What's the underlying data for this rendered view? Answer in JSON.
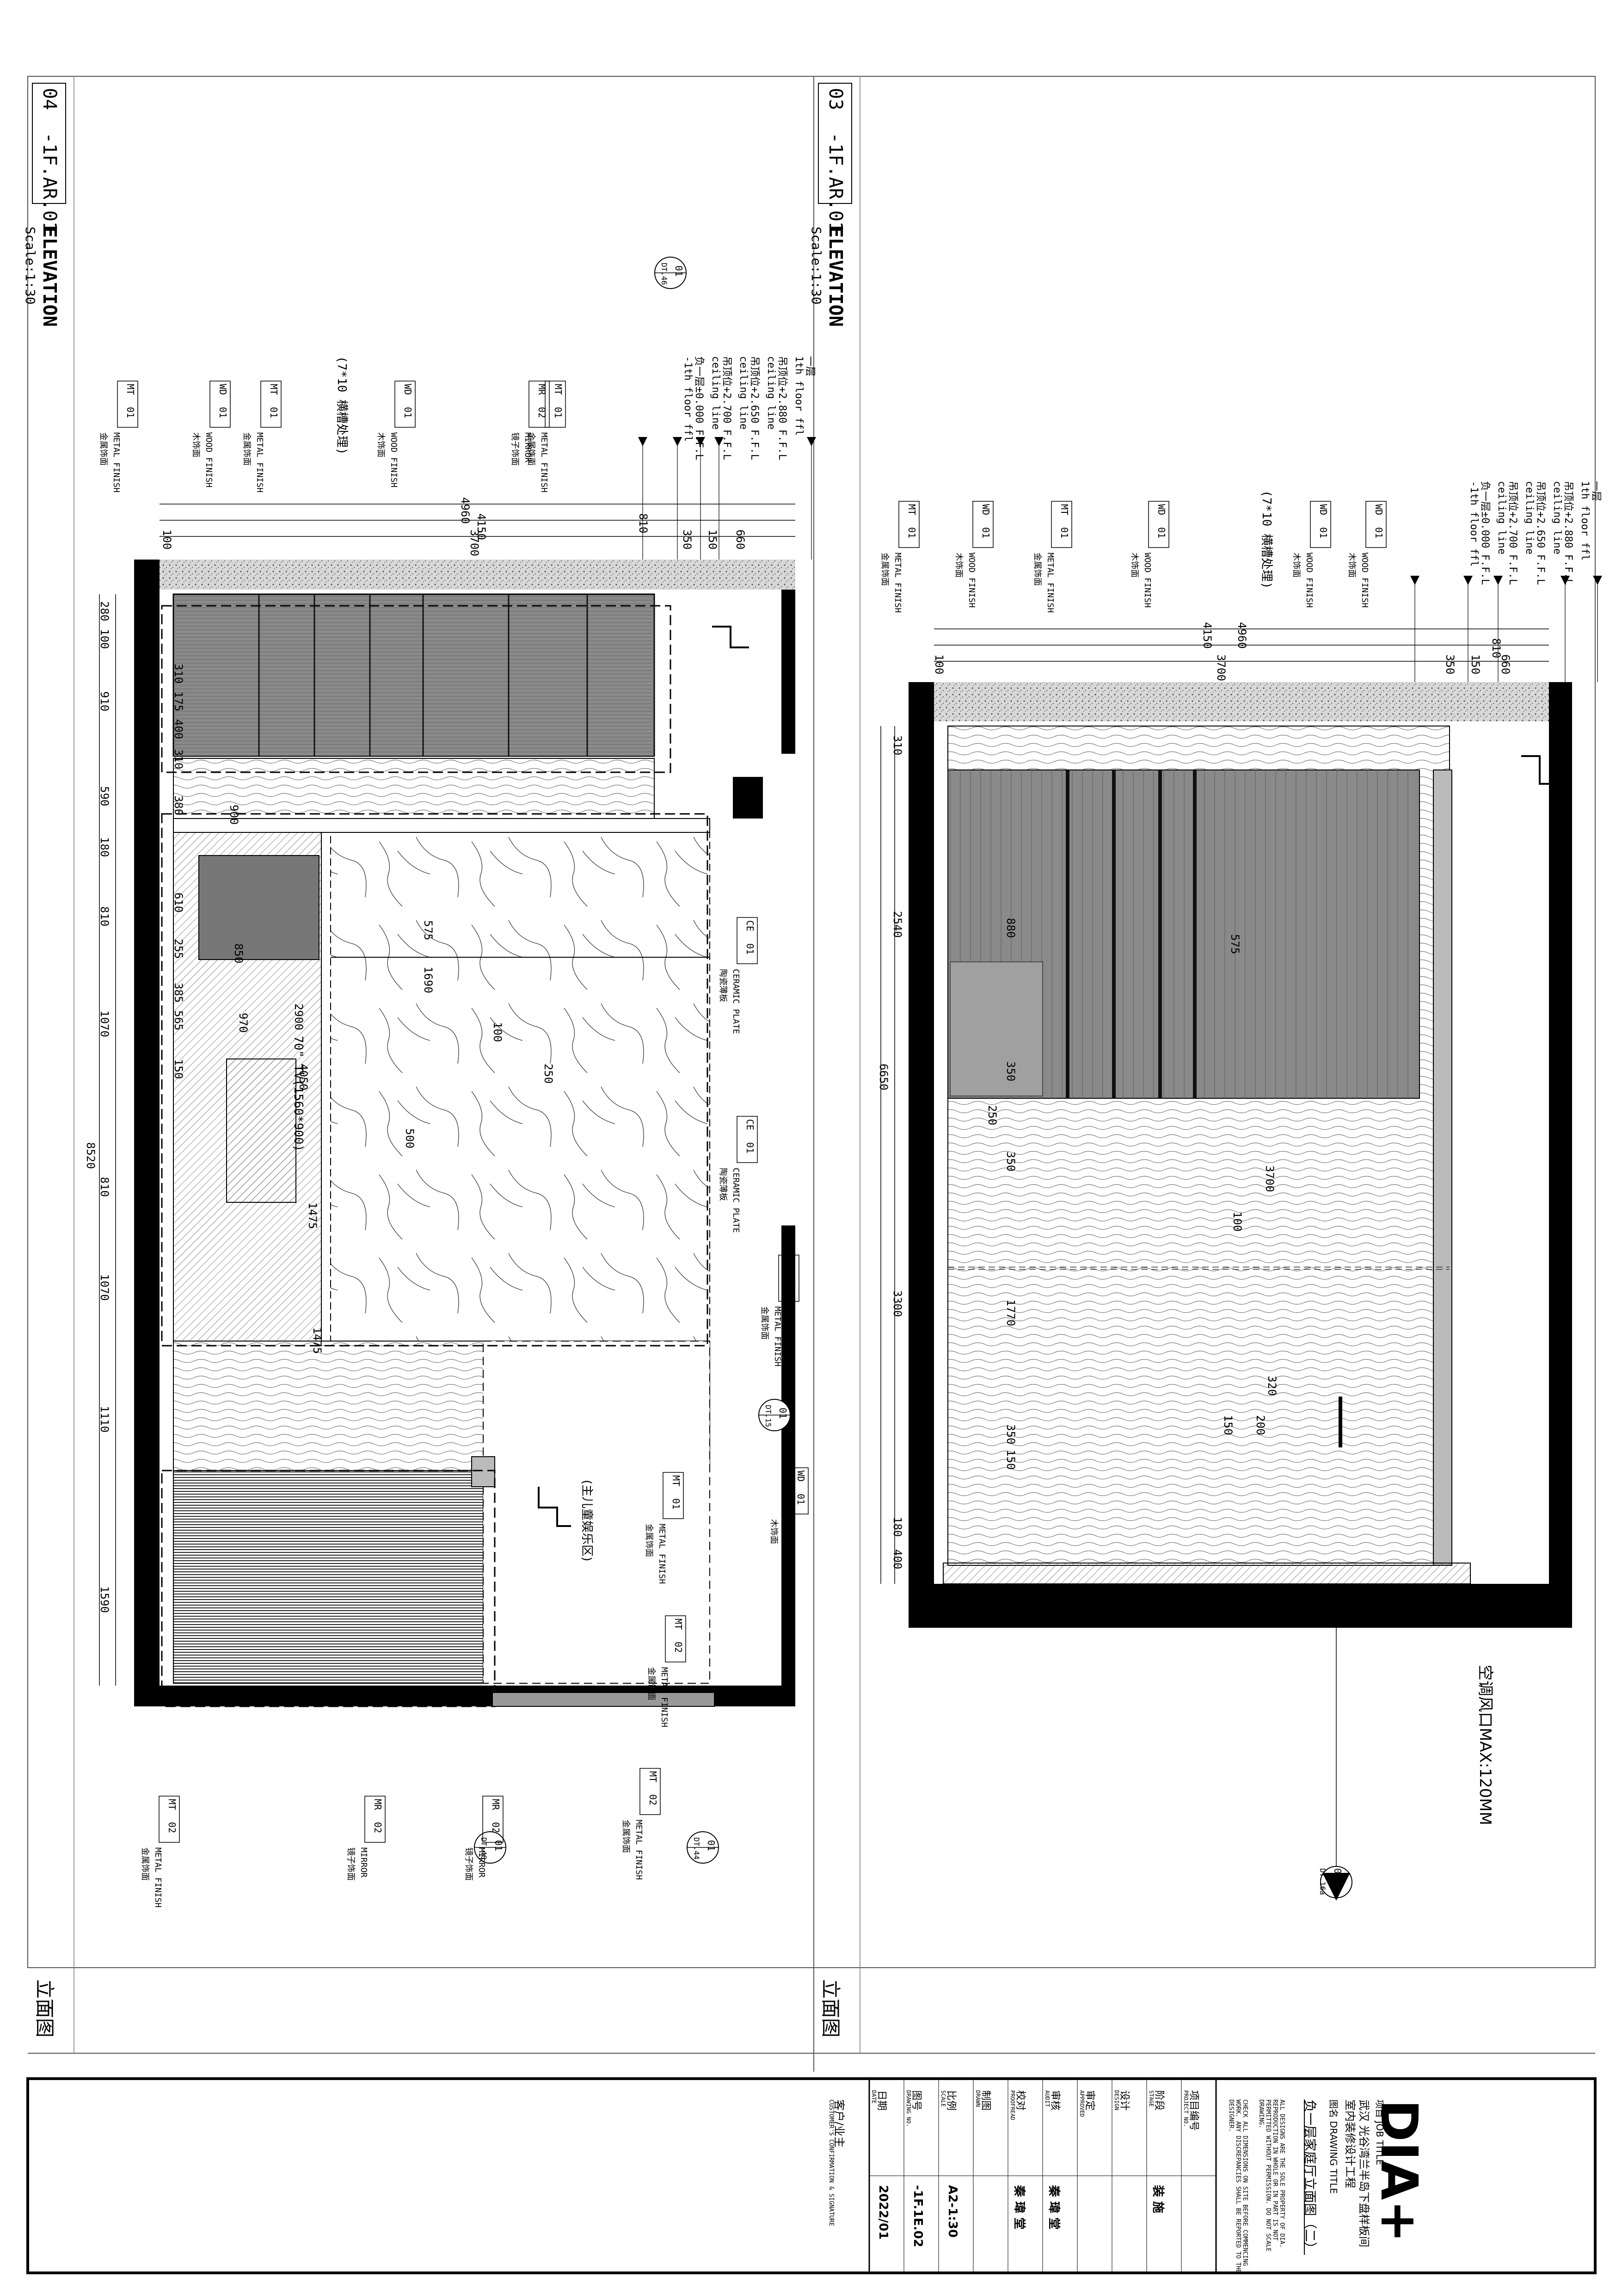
{
  "sheet": {
    "logo": "DIA+",
    "title_block": {
      "project_label": "项目",
      "project_label_en": "JOB TITLE",
      "project_name": "武汉 光谷湾兰半岛下盘样板间",
      "project_subtitle": "室内装修设计工程",
      "drawing_label": "图名",
      "drawing_label_en": "DRAWING TITLE",
      "drawing_name": "负一层家庭厅立面图（二）",
      "notes": [
        "ALL DESIGNS ARE THE SOLE PROPERTY OF DIA. REPRODUCTION IN WHOLE OR IN PART IS NOT PERMITTED WITHOUT PERMISSION. DO NOT SCALE DRAWING.",
        "CHECK ALL DIMENSIONS ON SITE BEFORE COMMENCING WORK. ANY DISCREPANCIES SHALL BE REPORTED TO THE DESIGNER."
      ],
      "fields": [
        {
          "label": "项目编号",
          "label_en": "PROJECT NO.",
          "value": ""
        },
        {
          "label": "阶段",
          "label_en": "STAGE",
          "value": "装 施"
        },
        {
          "label": "设计",
          "label_en": "DESIGN",
          "value": ""
        },
        {
          "label": "审定",
          "label_en": "APPROVED",
          "value": ""
        },
        {
          "label": "审核",
          "label_en": "AUDIT",
          "value": "秦 瑋 堂"
        },
        {
          "label": "校对",
          "label_en": "PROOFREAD",
          "value": "秦 瑋 堂"
        },
        {
          "label": "制图",
          "label_en": "DRAWN",
          "value": ""
        },
        {
          "label": "比例",
          "label_en": "SCALE",
          "value": "A2-1:30"
        },
        {
          "label": "图号",
          "label_en": "DRAWING NO.",
          "value": "-1F.1E.02"
        },
        {
          "label": "日期",
          "label_en": "DATE",
          "value": "2022/01"
        }
      ],
      "client_label": "客户/业主",
      "client_label_en": "CUSTOMER'S CONFIRMATION & SIGNATURE"
    },
    "panels": [
      {
        "id": "03",
        "ref": "-1F.AR.01",
        "title": "ELEVATION",
        "scale": "Scale:1:30",
        "footer": "立面图",
        "levels": [
          "一层",
          "1th floor ffl",
          "吊顶位+2.880 F.F.L",
          "ceiling line",
          "吊顶位+2.650 F.F.L",
          "ceiling line",
          "吊顶位+2.700 F.F.L",
          "ceiling line",
          "负一层±0.000 F.F.L",
          "-1th floor ffl"
        ],
        "top_dims": [
          "4960",
          "4150",
          "810",
          "100",
          "3700",
          "350",
          "150",
          "660"
        ],
        "side_dims": [
          "310",
          "2540",
          "6650",
          "3300",
          "180",
          "400"
        ],
        "inner_dims": [
          "880",
          "350",
          "250",
          "350",
          "1770",
          "350",
          "150",
          "575",
          "100",
          "3700",
          "320",
          "150",
          "200"
        ],
        "tags": [
          {
            "code": "MT",
            "num": "01",
            "en": "METAL FINISH",
            "cn": "金属饰面"
          },
          {
            "code": "WD",
            "num": "01",
            "en": "WOOD FINISH",
            "cn": "木饰面"
          },
          {
            "code": "MT",
            "num": "01",
            "en": "METAL FINISH",
            "cn": "金属饰面"
          },
          {
            "code": "WD",
            "num": "01",
            "en": "WOOD FINISH",
            "cn": "木饰面"
          },
          {
            "code": "WD",
            "num": "01",
            "en": "WOOD FINISH",
            "cn": "木饰面"
          },
          {
            "code": "WD",
            "num": "01",
            "en": "WOOD FINISH",
            "cn": "木饰面"
          }
        ],
        "wood_note": "(7*10 横槽处理)",
        "vent_note": "空调风口MAX:120MM",
        "detail_callout": {
          "num": "02",
          "ref": "DT.16a"
        }
      },
      {
        "id": "04",
        "ref": "-1F.AR.01",
        "title": "ELEVATION",
        "scale": "Scale:1:30",
        "footer": "立面图",
        "levels": [
          "一层",
          "1th floor ffl",
          "吊顶位+2.880 F.F.L",
          "ceiling line",
          "吊顶位+2.650 F.F.L",
          "ceiling line",
          "吊顶位+2.700 F.F.L",
          "ceiling line",
          "负一层±0.000 F.F.L",
          "-1th floor ffl"
        ],
        "top_dims": [
          "4960",
          "4150",
          "810",
          "100",
          "3700",
          "350",
          "150",
          "660"
        ],
        "side_dims": [
          "280",
          "100",
          "910",
          "590",
          "180",
          "810",
          "1070",
          "8520",
          "810",
          "1070",
          "1110",
          "1590"
        ],
        "inner_dims": [
          "310",
          "175",
          "400",
          "310",
          "380",
          "610",
          "255",
          "385",
          "565",
          "150",
          "900",
          "850",
          "970",
          "2900",
          "4050",
          "1475",
          "1475",
          "500",
          "575",
          "1690",
          "100",
          "250"
        ],
        "tags": [
          {
            "code": "MT",
            "num": "01",
            "en": "METAL FINISH",
            "cn": "金属饰面"
          },
          {
            "code": "MR",
            "num": "02",
            "en": "MIRROR",
            "cn": "镜子饰面"
          },
          {
            "code": "WD",
            "num": "01",
            "en": "WOOD FINISH",
            "cn": "木饰面"
          },
          {
            "code": "MT",
            "num": "01",
            "en": "METAL FINISH",
            "cn": "金属饰面"
          },
          {
            "code": "WD",
            "num": "01",
            "en": "WOOD FINISH",
            "cn": "木饰面"
          },
          {
            "code": "MT",
            "num": "01",
            "en": "METAL FINISH",
            "cn": "金属饰面"
          },
          {
            "code": "CE",
            "num": "01",
            "en": "CERAMIC PLATE",
            "cn": "陶瓷薄板"
          },
          {
            "code": "CE",
            "num": "01",
            "en": "CERAMIC PLATE",
            "cn": "陶瓷薄板"
          },
          {
            "code": "MT",
            "num": "01",
            "en": "METAL FINISH",
            "cn": "金属饰面"
          },
          {
            "code": "WD",
            "num": "01",
            "en": "WOOD FINISH",
            "cn": "木饰面"
          },
          {
            "code": "MT",
            "num": "01",
            "en": "METAL FINISH",
            "cn": "金属饰面"
          },
          {
            "code": "MT",
            "num": "02",
            "en": "METAL FINISH",
            "cn": "金属饰面"
          },
          {
            "code": "MT",
            "num": "02",
            "en": "METAL FINISH",
            "cn": "金属饰面"
          },
          {
            "code": "MR",
            "num": "02",
            "en": "MIRROR",
            "cn": "镜子饰面"
          },
          {
            "code": "MR",
            "num": "02",
            "en": "MIRROR",
            "cn": "镜子饰面"
          },
          {
            "code": "MT",
            "num": "02",
            "en": "METAL FINISH",
            "cn": "金属饰面"
          }
        ],
        "wood_note": "(7*10 横槽处理)",
        "tv_note": "70\" TV(1560*900)",
        "kids_note": "(主儿童娱乐区)",
        "ceramic_note": "拼花",
        "callouts": [
          {
            "num": "01",
            "ref": "DT.46"
          },
          {
            "num": "01",
            "ref": "DT.15"
          },
          {
            "num": "01",
            "ref": "DT.48"
          },
          {
            "num": "01",
            "ref": "DT.44"
          }
        ]
      }
    ]
  }
}
